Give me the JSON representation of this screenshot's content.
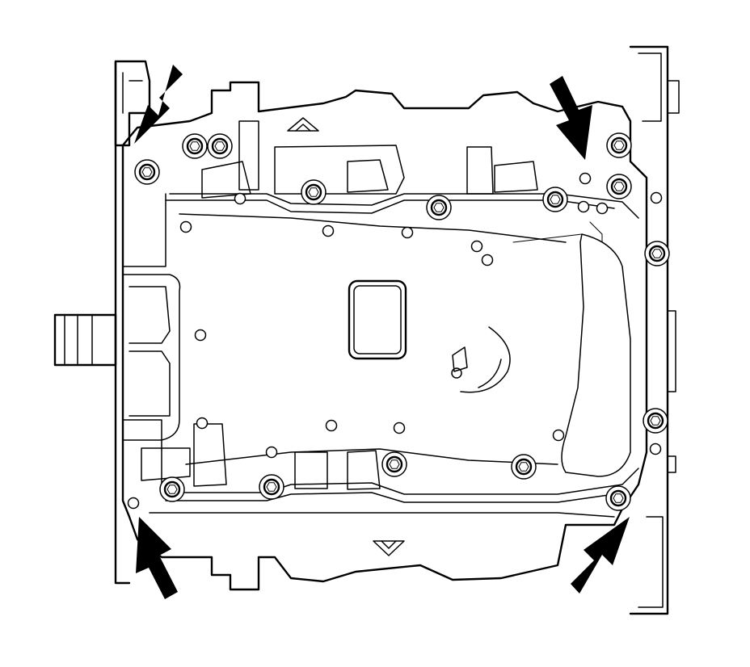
{
  "figure": {
    "subject": "oil-pan",
    "view": "bottom",
    "callout_arrow_color": "#000000",
    "line_color": "#000000",
    "background": "#ffffff",
    "callout_arrows": [
      {
        "corner": "top-left",
        "direction": "down-right"
      },
      {
        "corner": "top-right",
        "direction": "down-left"
      },
      {
        "corner": "bottom-left",
        "direction": "up-right"
      },
      {
        "corner": "bottom-right",
        "direction": "up-left"
      }
    ],
    "icons": {
      "front_indicator": "triangle-up-icon",
      "rear_indicator": "triangle-down-icon",
      "bolt": "hex-bolt-icon",
      "callout": "arrow-icon"
    }
  }
}
